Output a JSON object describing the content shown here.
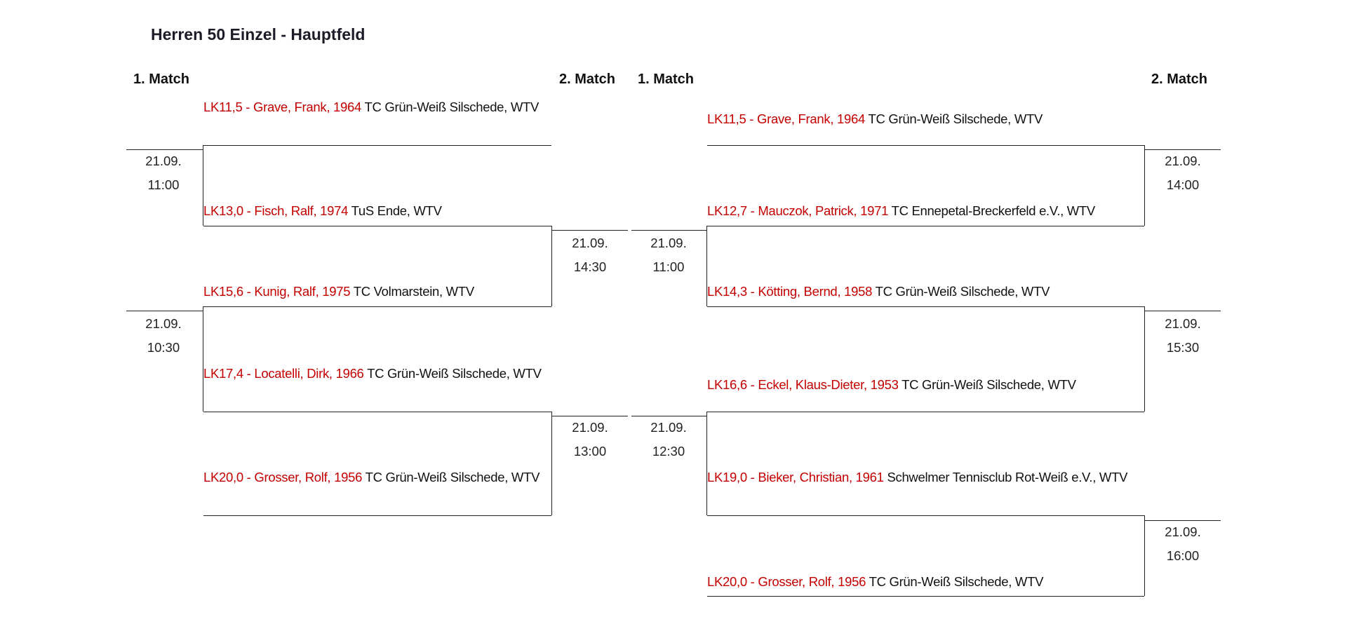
{
  "title": "Herren 50 Einzel - Hauptfeld",
  "headers": {
    "left_r1": "1. Match",
    "left_r2": "2. Match",
    "right_r1": "1. Match",
    "right_r2": "2. Match"
  },
  "left": {
    "players": [
      {
        "player": "LK11,5 - Grave, Frank, 1964",
        "club": "TC Grün-Weiß Silschede, WTV"
      },
      {
        "player": "LK13,0 - Fisch, Ralf, 1974",
        "club": "TuS Ende, WTV"
      },
      {
        "player": "LK15,6 - Kunig, Ralf, 1975",
        "club": "TC Volmarstein, WTV"
      },
      {
        "player": "LK17,4 - Locatelli, Dirk, 1966",
        "club": "TC Grün-Weiß Silschede, WTV"
      },
      {
        "player": "LK20,0 - Grosser, Rolf, 1956",
        "club": "TC Grün-Weiß Silschede, WTV"
      }
    ],
    "r1_dates": [
      {
        "date": "21.09.",
        "time": "11:00"
      },
      {
        "date": "21.09.",
        "time": "10:30"
      }
    ],
    "r2_dates": [
      {
        "date": "21.09.",
        "time": "14:30"
      },
      {
        "date": "21.09.",
        "time": "13:00"
      }
    ]
  },
  "right": {
    "players": [
      {
        "player": "LK11,5 - Grave, Frank, 1964",
        "club": "TC Grün-Weiß Silschede, WTV"
      },
      {
        "player": "LK12,7 - Mauczok, Patrick, 1971",
        "club": "TC Ennepetal-Breckerfeld e.V., WTV"
      },
      {
        "player": "LK14,3 - Kötting, Bernd, 1958",
        "club": "TC Grün-Weiß Silschede, WTV"
      },
      {
        "player": "LK16,6 - Eckel, Klaus-Dieter, 1953",
        "club": "TC Grün-Weiß Silschede, WTV"
      },
      {
        "player": "LK19,0 - Bieker, Christian, 1961",
        "club": "Schwelmer Tennisclub Rot-Weiß e.V., WTV"
      },
      {
        "player": "LK20,0 - Grosser, Rolf, 1956",
        "club": "TC Grün-Weiß Silschede, WTV"
      }
    ],
    "r1_dates": [
      {
        "date": "21.09.",
        "time": "11:00"
      },
      {
        "date": "21.09.",
        "time": "12:30"
      }
    ],
    "r2_dates": [
      {
        "date": "21.09.",
        "time": "14:00"
      },
      {
        "date": "21.09.",
        "time": "15:30"
      },
      {
        "date": "21.09.",
        "time": "16:00"
      }
    ]
  }
}
